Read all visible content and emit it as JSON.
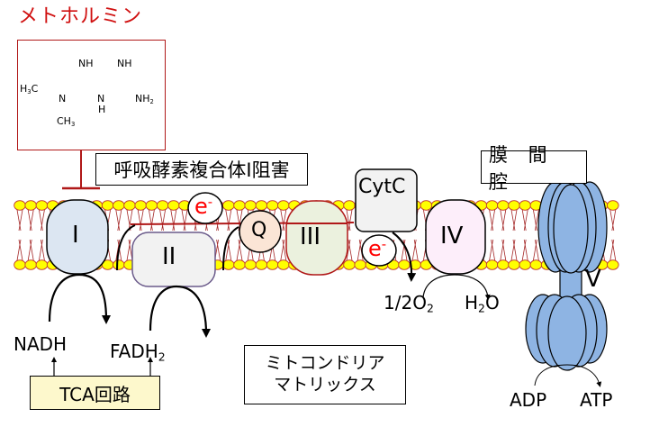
{
  "title": "メトホルミン",
  "drug_structure": {
    "name": "metformin",
    "atoms": [
      "H3C",
      "N",
      "CH3",
      "NH",
      "N",
      "H",
      "NH",
      "NH2"
    ]
  },
  "inhibition_label": "呼吸酵素複合体I阻害",
  "intermembrane_space_label": "膜 間 腔",
  "matrix_label": {
    "line1": "ミトコンドリア",
    "line2": "マトリックス"
  },
  "tca_label": "TCA回路",
  "complexes": [
    {
      "id": "I",
      "label": "I",
      "color": "#dce6f2"
    },
    {
      "id": "II",
      "label": "II",
      "color": "#f2f2f2"
    },
    {
      "id": "Q",
      "label": "Q",
      "color": "#fbe5d6"
    },
    {
      "id": "III",
      "label": "III",
      "color": "#ebf1de"
    },
    {
      "id": "CytC",
      "label": "CytC",
      "color": "#f2f2f2"
    },
    {
      "id": "IV",
      "label": "IV",
      "color": "#fdeefa"
    },
    {
      "id": "V",
      "label": "V",
      "color": "#8eb4e3"
    }
  ],
  "electrons": [
    {
      "label": "e",
      "charge": "-"
    },
    {
      "label": "e",
      "charge": "-"
    }
  ],
  "substrates": {
    "nadh": "NADH",
    "fadh2": {
      "base": "FADH",
      "sub": "2"
    },
    "oxygen": {
      "prefix": "1/2O",
      "sub": "2"
    },
    "water": {
      "h": "H",
      "sub": "2",
      "o": "O"
    },
    "adp": "ADP",
    "atp": "ATP"
  },
  "colors": {
    "title_red": "#d01010",
    "inhibit_line": "#b01818",
    "electron_red": "#ff0000",
    "lipid_head": "#ffff00",
    "lipid_head_stroke": "#c0392b",
    "lipid_tail": "#a52a2a",
    "atp_synthase": "#8eb4e3",
    "tca_fill": "#fdf8cc"
  }
}
